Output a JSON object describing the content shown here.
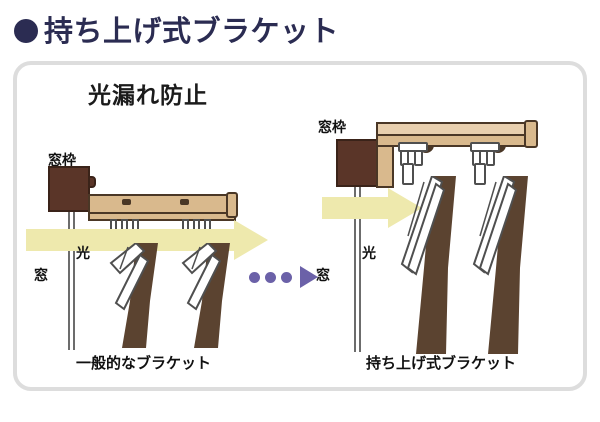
{
  "title": {
    "bullet": "bullet-dot",
    "text": "持ち上げ式ブラケット",
    "color": "#2b2c52"
  },
  "panel": {
    "subheading": "光漏れ防止",
    "border_color": "#dddddd",
    "background": "#ffffff"
  },
  "colors": {
    "title_navy": "#2b2c52",
    "frame_dark_brown": "#5a3528",
    "rail_tan": "#d9b98d",
    "rail_light_tan": "#e8cfae",
    "curtain_brown": "#5b4330",
    "light_yellow": "#eee9ad",
    "transition_purple": "#6b61a8",
    "outline": "#4a3726"
  },
  "left_diagram": {
    "caption": "一般的なブラケット",
    "labels": {
      "window_frame": "窓枠",
      "light": "光",
      "window": "窓"
    },
    "arrow_name": "light-leak-arrow-large"
  },
  "transition": {
    "dots_count": 3,
    "arrow": "right-triangle-arrow"
  },
  "right_diagram": {
    "caption": "持ち上げ式ブラケット",
    "labels": {
      "window_frame": "窓枠",
      "light": "光",
      "window": "窓"
    },
    "arrow_name": "light-leak-arrow-blocked"
  }
}
